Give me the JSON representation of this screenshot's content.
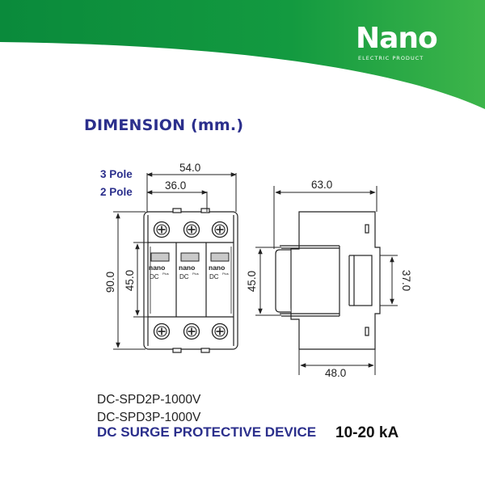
{
  "brand": {
    "name": "Nano",
    "tagline": "ELECTRIC PRODUCT"
  },
  "title": "DIMENSION (mm.)",
  "front_view": {
    "label_3pole": "3 Pole",
    "label_2pole": "2 Pole",
    "width_3pole": "54.0",
    "width_2pole": "36.0",
    "height_total": "90.0",
    "height_body": "45.0",
    "module_brand": "nano",
    "module_brand_sub": "Plus",
    "module_label": "DC"
  },
  "side_view": {
    "depth_total": "63.0",
    "height_front": "45.0",
    "height_rail": "37.0",
    "depth_base": "48.0"
  },
  "models": [
    "DC-SPD2P-1000V",
    "DC-SPD3P-1000V"
  ],
  "description": "DC SURGE PROTECTIVE DEVICE",
  "rating": "10-20 kA",
  "colors": {
    "brand_green_dark": "#0b8a3c",
    "brand_green_light": "#3fb549",
    "title_blue": "#2b2f8c"
  }
}
